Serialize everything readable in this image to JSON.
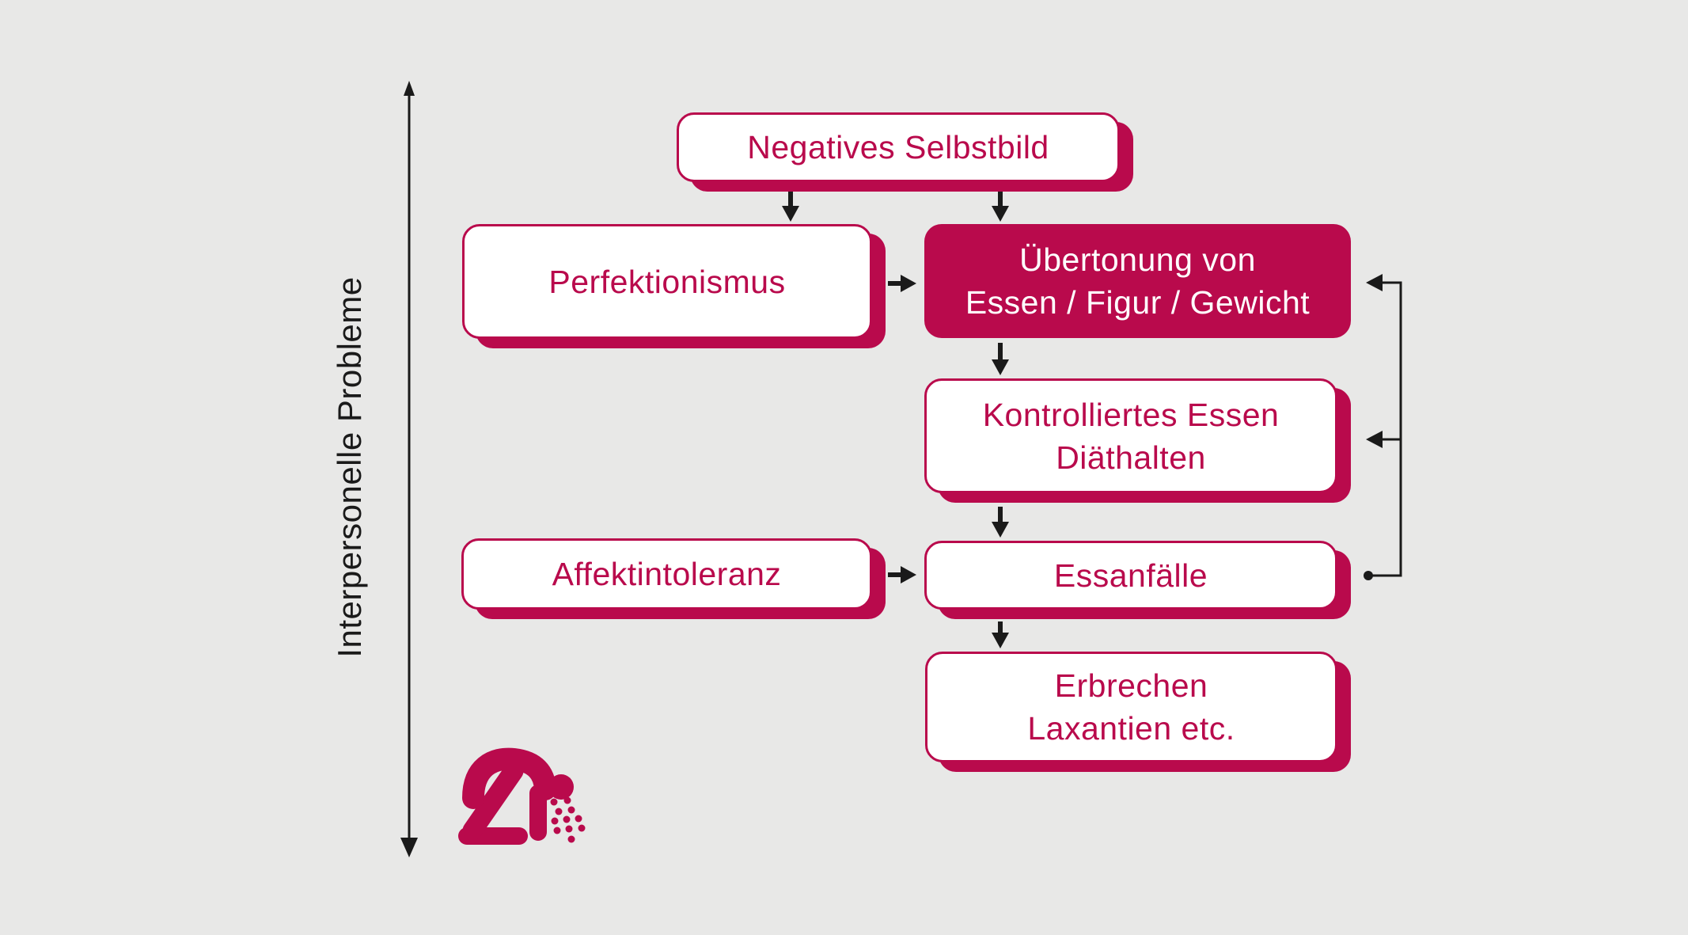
{
  "colors": {
    "bg": "#e8e8e7",
    "accent": "#b90a4c",
    "line": "#1a1a1a",
    "boxfill": "#ffffff"
  },
  "axis": {
    "label": "Interpersonelle Probleme"
  },
  "boxes": {
    "negatives": {
      "label": "Negatives Selbstbild"
    },
    "perfektionismus": {
      "label": "Perfektionismus"
    },
    "uebertonung": {
      "label": "Übertonung von\nEssen / Figur / Gewicht"
    },
    "kontrolliertes": {
      "label": "Kontrolliertes Essen\nDiäthalten"
    },
    "affekt": {
      "label": "Affektintoleranz"
    },
    "essanfaelle": {
      "label": "Essanfälle"
    },
    "erbrechen": {
      "label": "Erbrechen\nLaxantien etc."
    }
  },
  "icons": {
    "vomiting_person": "vomiting-person-icon"
  }
}
